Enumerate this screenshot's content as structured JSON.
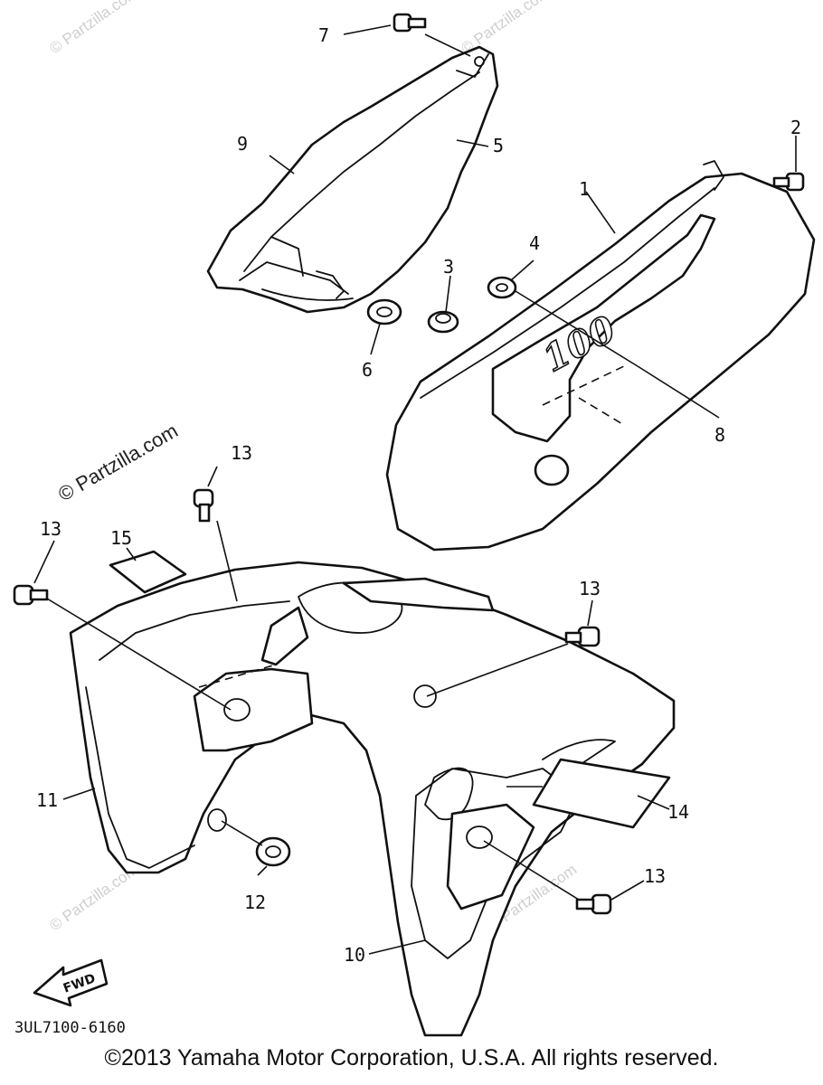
{
  "callouts": {
    "c1": "1",
    "c2": "2",
    "c3": "3",
    "c4": "4",
    "c5": "5",
    "c6": "6",
    "c7": "7",
    "c8": "8",
    "c9": "9",
    "c10": "10",
    "c11": "11",
    "c12": "12",
    "c13a": "13",
    "c13b": "13",
    "c13c": "13",
    "c13d": "13",
    "c14": "14",
    "c15": "15"
  },
  "decal_text": "100",
  "fwd_label": "FWD",
  "diagram_code": "3UL7100-6160",
  "watermark_main": "© Partzilla.com",
  "watermark_faint": "© Partzilla.com",
  "copyright": "©2013  Yamaha Motor Corporation, U.S.A. All rights reserved."
}
